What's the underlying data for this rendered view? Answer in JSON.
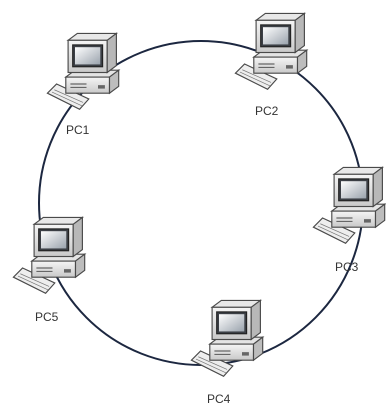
{
  "diagram": {
    "topology": "ring",
    "ring_color": "#1c2740",
    "nodes": [
      {
        "label": "PC1",
        "icon": "desktop-computer-icon"
      },
      {
        "label": "PC2",
        "icon": "desktop-computer-icon"
      },
      {
        "label": "PC3",
        "icon": "desktop-computer-icon"
      },
      {
        "label": "PC4",
        "icon": "desktop-computer-icon"
      },
      {
        "label": "PC5",
        "icon": "desktop-computer-icon"
      }
    ],
    "links": [
      [
        "PC1",
        "PC2"
      ],
      [
        "PC2",
        "PC3"
      ],
      [
        "PC3",
        "PC4"
      ],
      [
        "PC4",
        "PC5"
      ],
      [
        "PC5",
        "PC1"
      ]
    ]
  }
}
